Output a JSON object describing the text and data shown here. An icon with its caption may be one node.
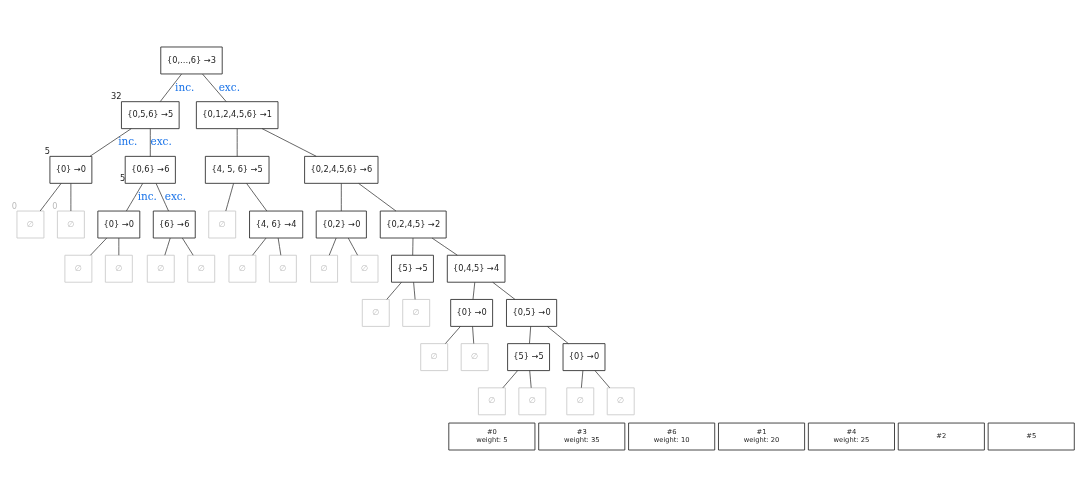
{
  "diagram": {
    "nodes": [
      {
        "text": [
          "{0,…,6} →3"
        ]
      },
      {
        "text": [
          "{0,5,6} →5"
        ],
        "beside": [
          "32"
        ]
      },
      {
        "text": [
          "{0} →0"
        ],
        "beside": [
          "5"
        ]
      },
      {
        "text": [
          "∅"
        ],
        "beside": [
          "0"
        ]
      },
      {
        "text": [
          "∅"
        ],
        "beside": [
          "0"
        ]
      },
      {
        "text": [
          "{0,6} →6"
        ],
        "beside": [
          "5"
        ]
      },
      {
        "text": [
          "{0} →0"
        ]
      },
      {
        "text": [
          "∅"
        ]
      },
      {
        "text": [
          "∅"
        ]
      },
      {
        "text": [
          "{6} →6"
        ]
      },
      {
        "text": [
          "∅"
        ]
      },
      {
        "text": [
          "∅"
        ]
      },
      {
        "text": [
          "{0,1,2,4,5,6} →1"
        ]
      },
      {
        "text": [
          "{4, 5, 6} →5"
        ]
      },
      {
        "text": [
          "∅"
        ]
      },
      {
        "text": [
          "{4, 6} →4"
        ]
      },
      {
        "text": [
          "∅"
        ]
      },
      {
        "text": [
          "∅"
        ]
      },
      {
        "text": [
          "{0,2,4,5,6} →6"
        ]
      },
      {
        "text": [
          "{0,2} →0"
        ]
      },
      {
        "text": [
          "∅"
        ]
      },
      {
        "text": [
          "∅"
        ]
      },
      {
        "text": [
          "{0,2,4,5} →2"
        ]
      },
      {
        "text": [
          "{5} →5"
        ]
      },
      {
        "text": [
          "∅"
        ]
      },
      {
        "text": [
          "∅"
        ]
      },
      {
        "text": [
          "{0,4,5} →4"
        ]
      },
      {
        "text": [
          "{0} →0"
        ]
      },
      {
        "text": [
          "∅"
        ]
      },
      {
        "text": [
          "∅"
        ]
      },
      {
        "text": [
          "{0,5} →0"
        ]
      },
      {
        "text": [
          "{5} →5"
        ]
      },
      {
        "text": [
          "∅"
        ]
      },
      {
        "text": [
          "∅"
        ]
      },
      {
        "text": [
          "{0} →0"
        ]
      },
      {
        "text": [
          "∅"
        ]
      },
      {
        "text": [
          "∅"
        ]
      },
      {
        "text": [
          "#0",
          "weight: 5"
        ]
      },
      {
        "text": [
          "#3",
          "weight: 35"
        ]
      },
      {
        "text": [
          "#6",
          "weight: 10"
        ]
      },
      {
        "text": [
          "#1",
          "weight: 20"
        ]
      },
      {
        "text": [
          "#4",
          "weight: 25"
        ]
      },
      {
        "text": [
          "#2"
        ]
      },
      {
        "text": [
          "#5"
        ]
      }
    ],
    "edges": [
      {
        "from": 0,
        "to": 1,
        "arrow": "none",
        "label": "inc."
      },
      {
        "from": 1,
        "to": 2,
        "arrow": "none",
        "label": "inc."
      },
      {
        "from": 2,
        "to": 3,
        "arrow": "none"
      },
      {
        "from": 2,
        "to": 4,
        "arrow": "none"
      },
      {
        "from": 1,
        "to": 5,
        "arrow": "none",
        "label": "exc."
      },
      {
        "from": 5,
        "to": 6,
        "arrow": "none",
        "label": "inc."
      },
      {
        "from": 6,
        "to": 7,
        "arrow": "none"
      },
      {
        "from": 6,
        "to": 8,
        "arrow": "none"
      },
      {
        "from": 5,
        "to": 9,
        "arrow": "none",
        "label": "exc."
      },
      {
        "from": 9,
        "to": 10,
        "arrow": "none"
      },
      {
        "from": 9,
        "to": 11,
        "arrow": "none"
      },
      {
        "from": 0,
        "to": 12,
        "arrow": "none",
        "label": "exc."
      },
      {
        "from": 12,
        "to": 13,
        "arrow": "none"
      },
      {
        "from": 13,
        "to": 14,
        "arrow": "none"
      },
      {
        "from": 13,
        "to": 15,
        "arrow": "none"
      },
      {
        "from": 15,
        "to": 16,
        "arrow": "none"
      },
      {
        "from": 15,
        "to": 17,
        "arrow": "none"
      },
      {
        "from": 12,
        "to": 18,
        "arrow": "none"
      },
      {
        "from": 18,
        "to": 19,
        "arrow": "none"
      },
      {
        "from": 19,
        "to": 20,
        "arrow": "none"
      },
      {
        "from": 19,
        "to": 21,
        "arrow": "none"
      },
      {
        "from": 18,
        "to": 22,
        "arrow": "none"
      },
      {
        "from": 22,
        "to": 23,
        "arrow": "none"
      },
      {
        "from": 23,
        "to": 24,
        "arrow": "none"
      },
      {
        "from": 23,
        "to": 25,
        "arrow": "none"
      },
      {
        "from": 22,
        "to": 26,
        "arrow": "none"
      },
      {
        "from": 26,
        "to": 27,
        "arrow": "none"
      },
      {
        "from": 27,
        "to": 28,
        "arrow": "none"
      },
      {
        "from": 27,
        "to": 29,
        "arrow": "none"
      },
      {
        "from": 26,
        "to": 30,
        "arrow": "none"
      },
      {
        "from": 30,
        "to": 31,
        "arrow": "none"
      },
      {
        "from": 31,
        "to": 32,
        "arrow": "none"
      },
      {
        "from": 31,
        "to": 33,
        "arrow": "none"
      },
      {
        "from": 30,
        "to": 34,
        "arrow": "none"
      },
      {
        "from": 34,
        "to": 35,
        "arrow": "none"
      },
      {
        "from": 34,
        "to": 36,
        "arrow": "none"
      }
    ]
  }
}
